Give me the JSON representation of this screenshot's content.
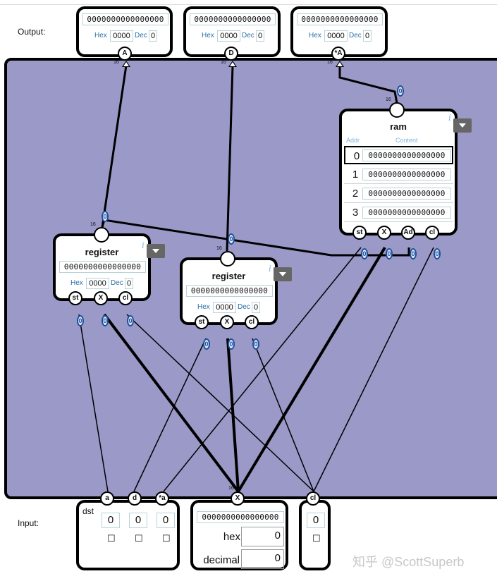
{
  "labels": {
    "output": "Output:",
    "input": "Input:"
  },
  "outputs": [
    {
      "name": "A",
      "bits": "0000000000000000",
      "hex_label": "Hex",
      "hex": "0000",
      "dec_label": "Dec",
      "dec": "0",
      "width": "16"
    },
    {
      "name": "D",
      "bits": "0000000000000000",
      "hex_label": "Hex",
      "hex": "0000",
      "dec_label": "Dec",
      "dec": "0",
      "width": "16"
    },
    {
      "name": "*A",
      "bits": "0000000000000000",
      "hex_label": "Hex",
      "hex": "0000",
      "dec_label": "Dec",
      "dec": "0",
      "width": "16"
    }
  ],
  "ram": {
    "title": "ram",
    "addr_header": "Addr",
    "content_header": "Content",
    "info": "i",
    "rows": [
      {
        "addr": "0",
        "value": "0000000000000000"
      },
      {
        "addr": "1",
        "value": "0000000000000000"
      },
      {
        "addr": "2",
        "value": "0000000000000000"
      },
      {
        "addr": "3",
        "value": "0000000000000000"
      }
    ],
    "ports": [
      "st",
      "X",
      "Ad",
      "cl"
    ],
    "width": "16"
  },
  "registers": [
    {
      "title": "register",
      "bits": "0000000000000000",
      "hex_label": "Hex",
      "hex": "0000",
      "dec_label": "Dec",
      "dec": "0",
      "ports": [
        "st",
        "X",
        "cl"
      ],
      "info": "i",
      "width": "16"
    },
    {
      "title": "register",
      "bits": "0000000000000000",
      "hex_label": "Hex",
      "hex": "0000",
      "dec_label": "Dec",
      "dec": "0",
      "ports": [
        "st",
        "X",
        "cl"
      ],
      "info": "i",
      "width": "16"
    }
  ],
  "wire_values": {
    "zero": "0"
  },
  "inputs": {
    "dst_label": "dst",
    "dst": [
      {
        "name": "a",
        "value": "0",
        "check": "☐"
      },
      {
        "name": "d",
        "value": "0",
        "check": "☐"
      },
      {
        "name": "*a",
        "value": "0",
        "check": "☐"
      }
    ],
    "x": {
      "name": "X",
      "width": "16",
      "bits": "0000000000000000",
      "hex_label": "hex",
      "hex": "0",
      "decimal_label": "decimal",
      "decimal": "0"
    },
    "cl": {
      "name": "cl",
      "value": "0",
      "check": "☐"
    }
  },
  "watermark": "知乎 @ScottSuperb",
  "colors": {
    "panel": "#9a99c8",
    "wire": "#000000",
    "value_text": "#2a6fa8"
  }
}
